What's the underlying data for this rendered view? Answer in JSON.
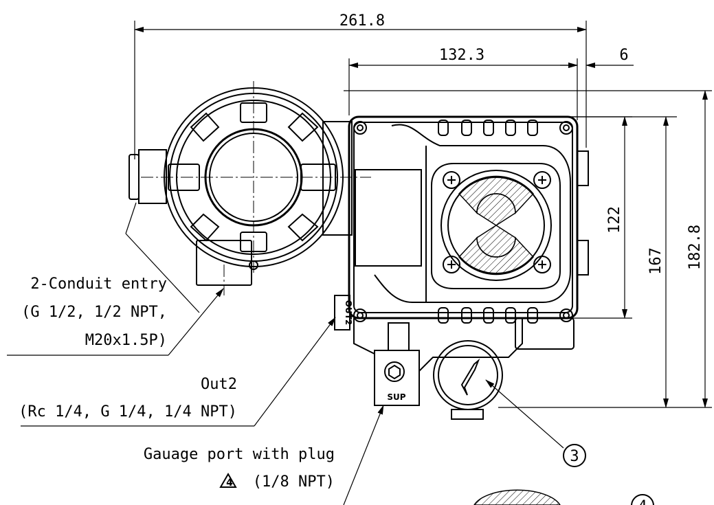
{
  "dimensions": {
    "overall_width": "261.8",
    "box_width": "132.3",
    "offset": "6",
    "inner_height": "122",
    "mid_height": "167",
    "overall_height": "182.8"
  },
  "callouts": {
    "conduit_line1": "2-Conduit entry",
    "conduit_line2": "(G 1/2, 1/2 NPT,",
    "conduit_line3": "M20x1.5P)",
    "out2_line1": "Out2",
    "out2_line2": "(Rc 1/4, G 1/4, 1/4 NPT)",
    "gauge_line1": "Gauage port with plug",
    "gauge_marker": "4",
    "gauge_line2": "(1/8 NPT)",
    "balloon_3": "3",
    "balloon_4": "4"
  },
  "body_labels": {
    "out2_tag": "OUT2",
    "sup_tag": "SUP"
  }
}
